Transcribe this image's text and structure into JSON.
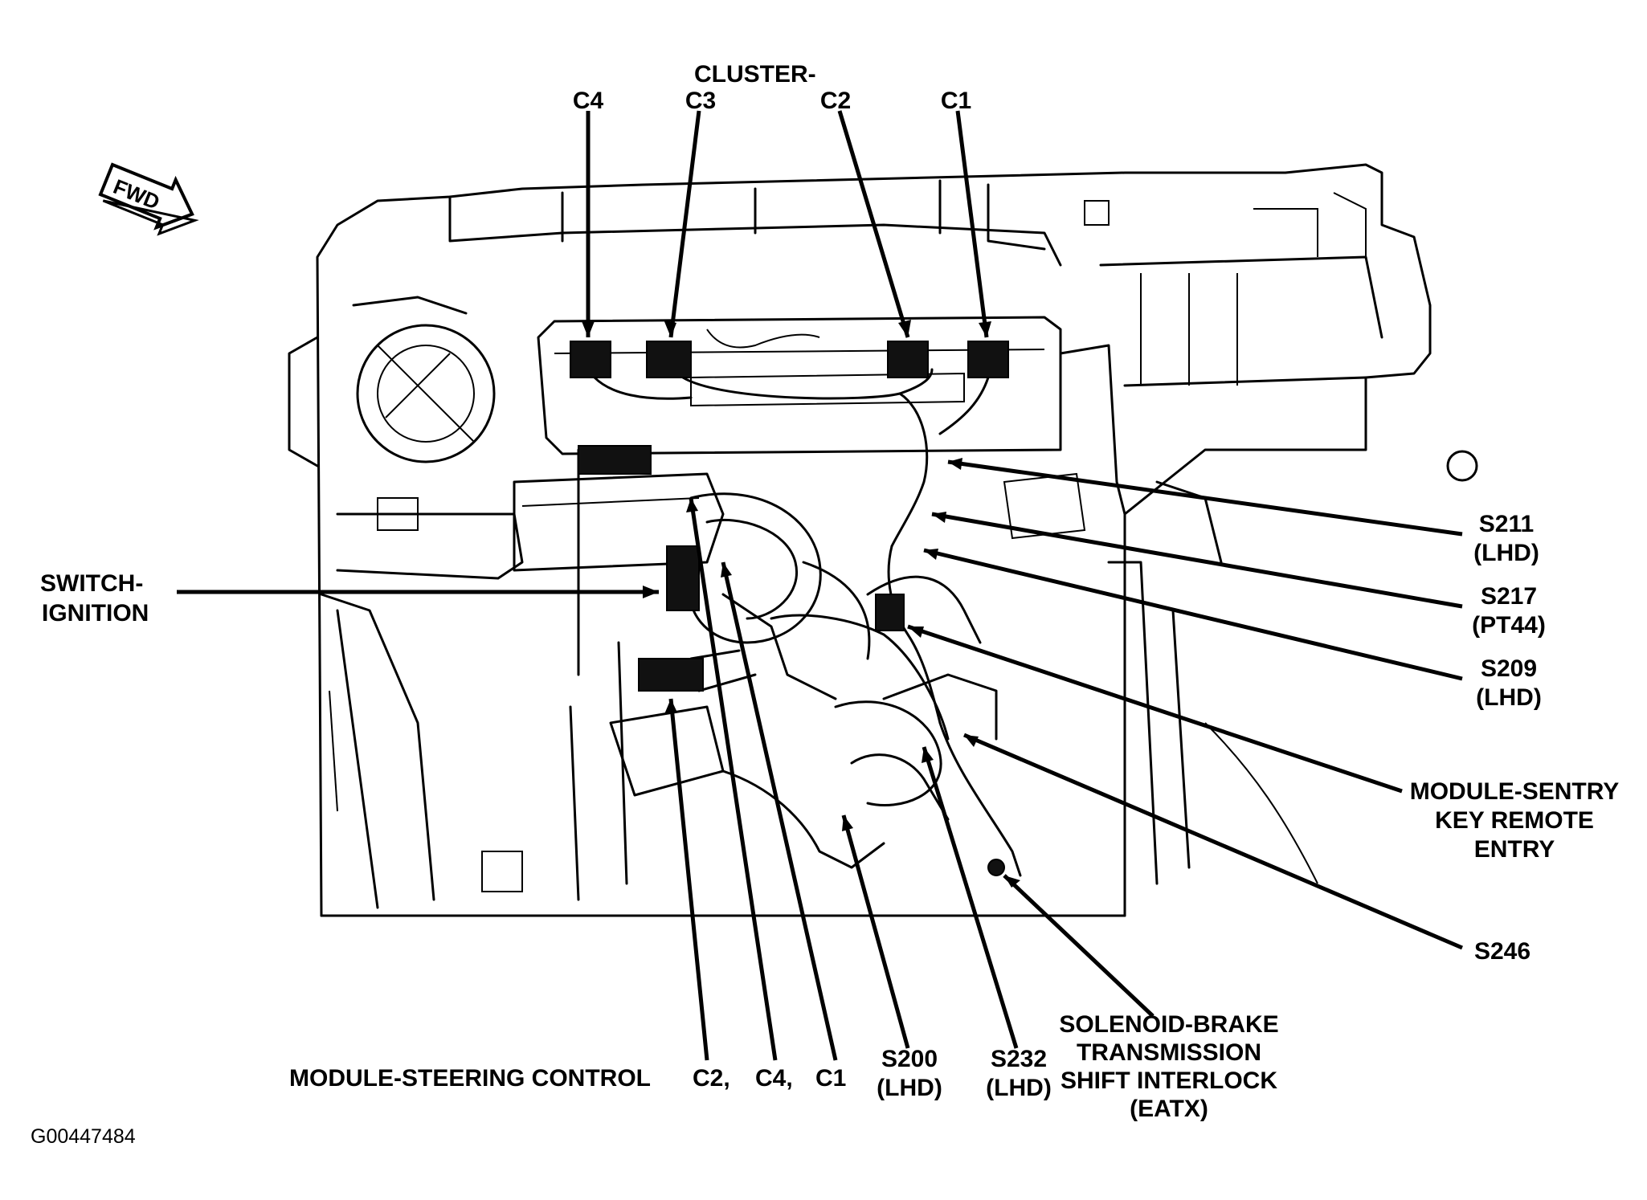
{
  "cluster": {
    "title": "CLUSTER-",
    "connectors": [
      "C4",
      "C3",
      "C2",
      "C1"
    ]
  },
  "fwd_arrow": {
    "label": "FWD",
    "icon": "forward-arrow-icon"
  },
  "left_labels": {
    "switch_ignition": [
      "SWITCH-",
      "IGNITION"
    ]
  },
  "right_labels": {
    "s211": [
      "S211",
      "(LHD)"
    ],
    "s217": [
      "S217",
      "(PT44)"
    ],
    "s209": [
      "S209",
      "(LHD)"
    ],
    "module_sentry": [
      "MODULE-SENTRY",
      "KEY REMOTE",
      "ENTRY"
    ],
    "s246": [
      "S246"
    ]
  },
  "bottom_labels": {
    "module_steering": "MODULE-STEERING CONTROL",
    "c2": "C2,",
    "c4": "C4,",
    "c1": "C1",
    "s200": [
      "S200",
      "(LHD)"
    ],
    "s232": [
      "S232",
      "(LHD)"
    ],
    "solenoid": [
      "SOLENOID-BRAKE",
      "TRANSMISSION",
      "SHIFT INTERLOCK",
      "(EATX)"
    ]
  },
  "figure_id": "G00447484"
}
